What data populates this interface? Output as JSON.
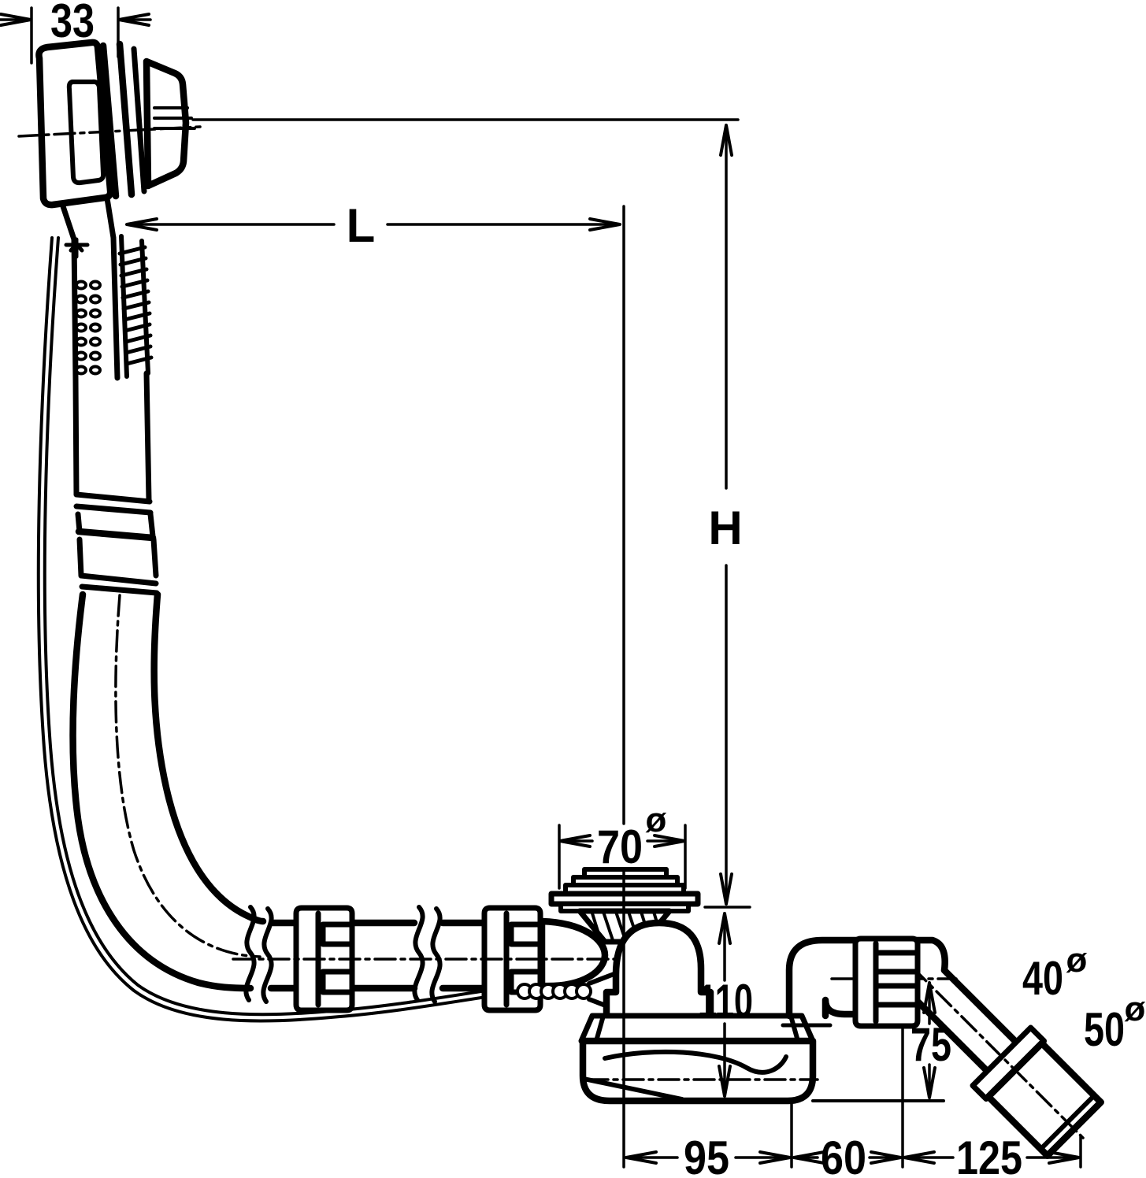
{
  "diagram": {
    "type": "technical-drawing",
    "subject": "bath-waste-overflow-fitting-side-view-with-dimensions",
    "units": "mm",
    "colors": {
      "line": "#000000",
      "background": "#ffffff"
    }
  },
  "labels": {
    "width_33": "33",
    "length": "L",
    "height": "H",
    "dia_70": "70",
    "dia_70_sym": "ø",
    "h_110": "110",
    "h_75": "75",
    "w_95": "95",
    "w_60": "60",
    "w_125": "125",
    "dia_40": "40",
    "dia_40_sym": "ø",
    "dia_50": "50",
    "dia_50_sym": "ø"
  },
  "parts": [
    "overflow-rosette-head",
    "bowden-cable",
    "corrugated-overflow-hose",
    "overflow-pipe-bend",
    "pipe-union-nut",
    "pipe-break-symbol",
    "drain-flange",
    "cable-housing-dome",
    "flat-trap-cup",
    "outlet-elbow",
    "union-nut-large",
    "angled-outlet-pipe",
    "outlet-sleeve-collar"
  ]
}
